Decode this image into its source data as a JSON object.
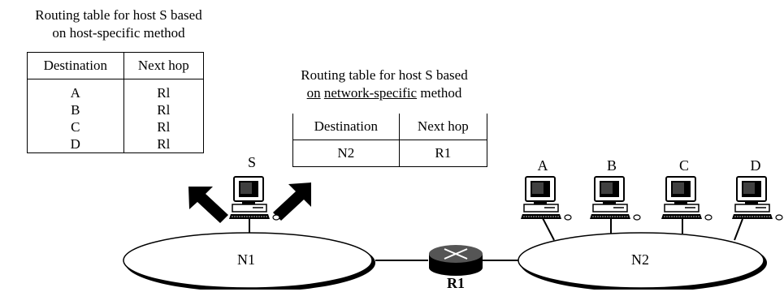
{
  "host_specific": {
    "caption_line1": "Routing table for host S based",
    "caption_line2": "on host-specific method",
    "headers": [
      "Destination",
      "Next hop"
    ],
    "rows": [
      [
        "A",
        "Rl"
      ],
      [
        "B",
        "Rl"
      ],
      [
        "C",
        "Rl"
      ],
      [
        "D",
        "Rl"
      ]
    ]
  },
  "network_specific": {
    "caption_line1": "Routing table for host S based",
    "caption_line2_parts": [
      "on",
      "network-specific",
      "method"
    ],
    "headers": [
      "Destination",
      "Next hop"
    ],
    "rows": [
      [
        "N2",
        "R1"
      ]
    ]
  },
  "hosts": {
    "s": "S",
    "a": "A",
    "b": "B",
    "c": "C",
    "d": "D"
  },
  "networks": {
    "n1": "N1",
    "n2": "N2"
  },
  "router": {
    "label": "R1"
  }
}
